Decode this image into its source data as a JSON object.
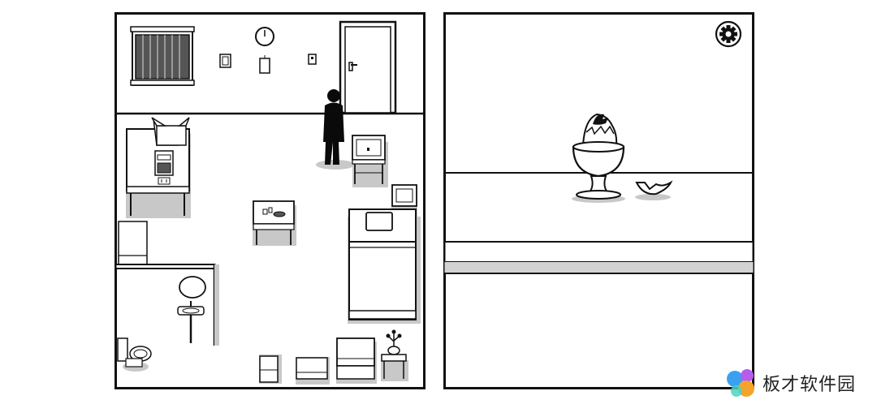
{
  "game": {
    "room_scene": "apartment-top-down",
    "closeup_scene": "egg-cup-closeup"
  },
  "controls": {
    "settings_icon": "gear-icon"
  },
  "watermark": {
    "text": "板才软件园",
    "logo": "colorful-orbs-logo"
  },
  "colors": {
    "line": "#111111",
    "floor": "#ffffff",
    "shadow": "#c8c8c8",
    "character": "#0a0a0a"
  }
}
